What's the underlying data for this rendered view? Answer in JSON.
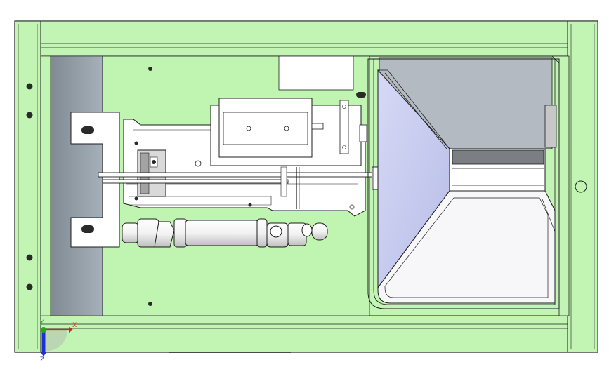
{
  "viewport": {
    "background": "#ffffff",
    "colors": {
      "frame": "#c2f5b4",
      "frame_dark": "#a9e49b",
      "frame_edge": "#1c1c1c",
      "plate": "#bff5b1",
      "shadow": "#8f9aa3",
      "hopper_back": "#b4bac1",
      "hopper_left_face": "#c9cdf0",
      "hopper_white": "#f7f7f9",
      "metal": "#ffffff",
      "metal_shade": "#cfcfcf",
      "hole": "#2a2a2a"
    }
  },
  "triad": {
    "x_label": "X",
    "y_label": "Y",
    "z_label": "Z",
    "x_color": "#e02020",
    "y_color": "#1faa1f",
    "z_color": "#1f2fd0"
  }
}
